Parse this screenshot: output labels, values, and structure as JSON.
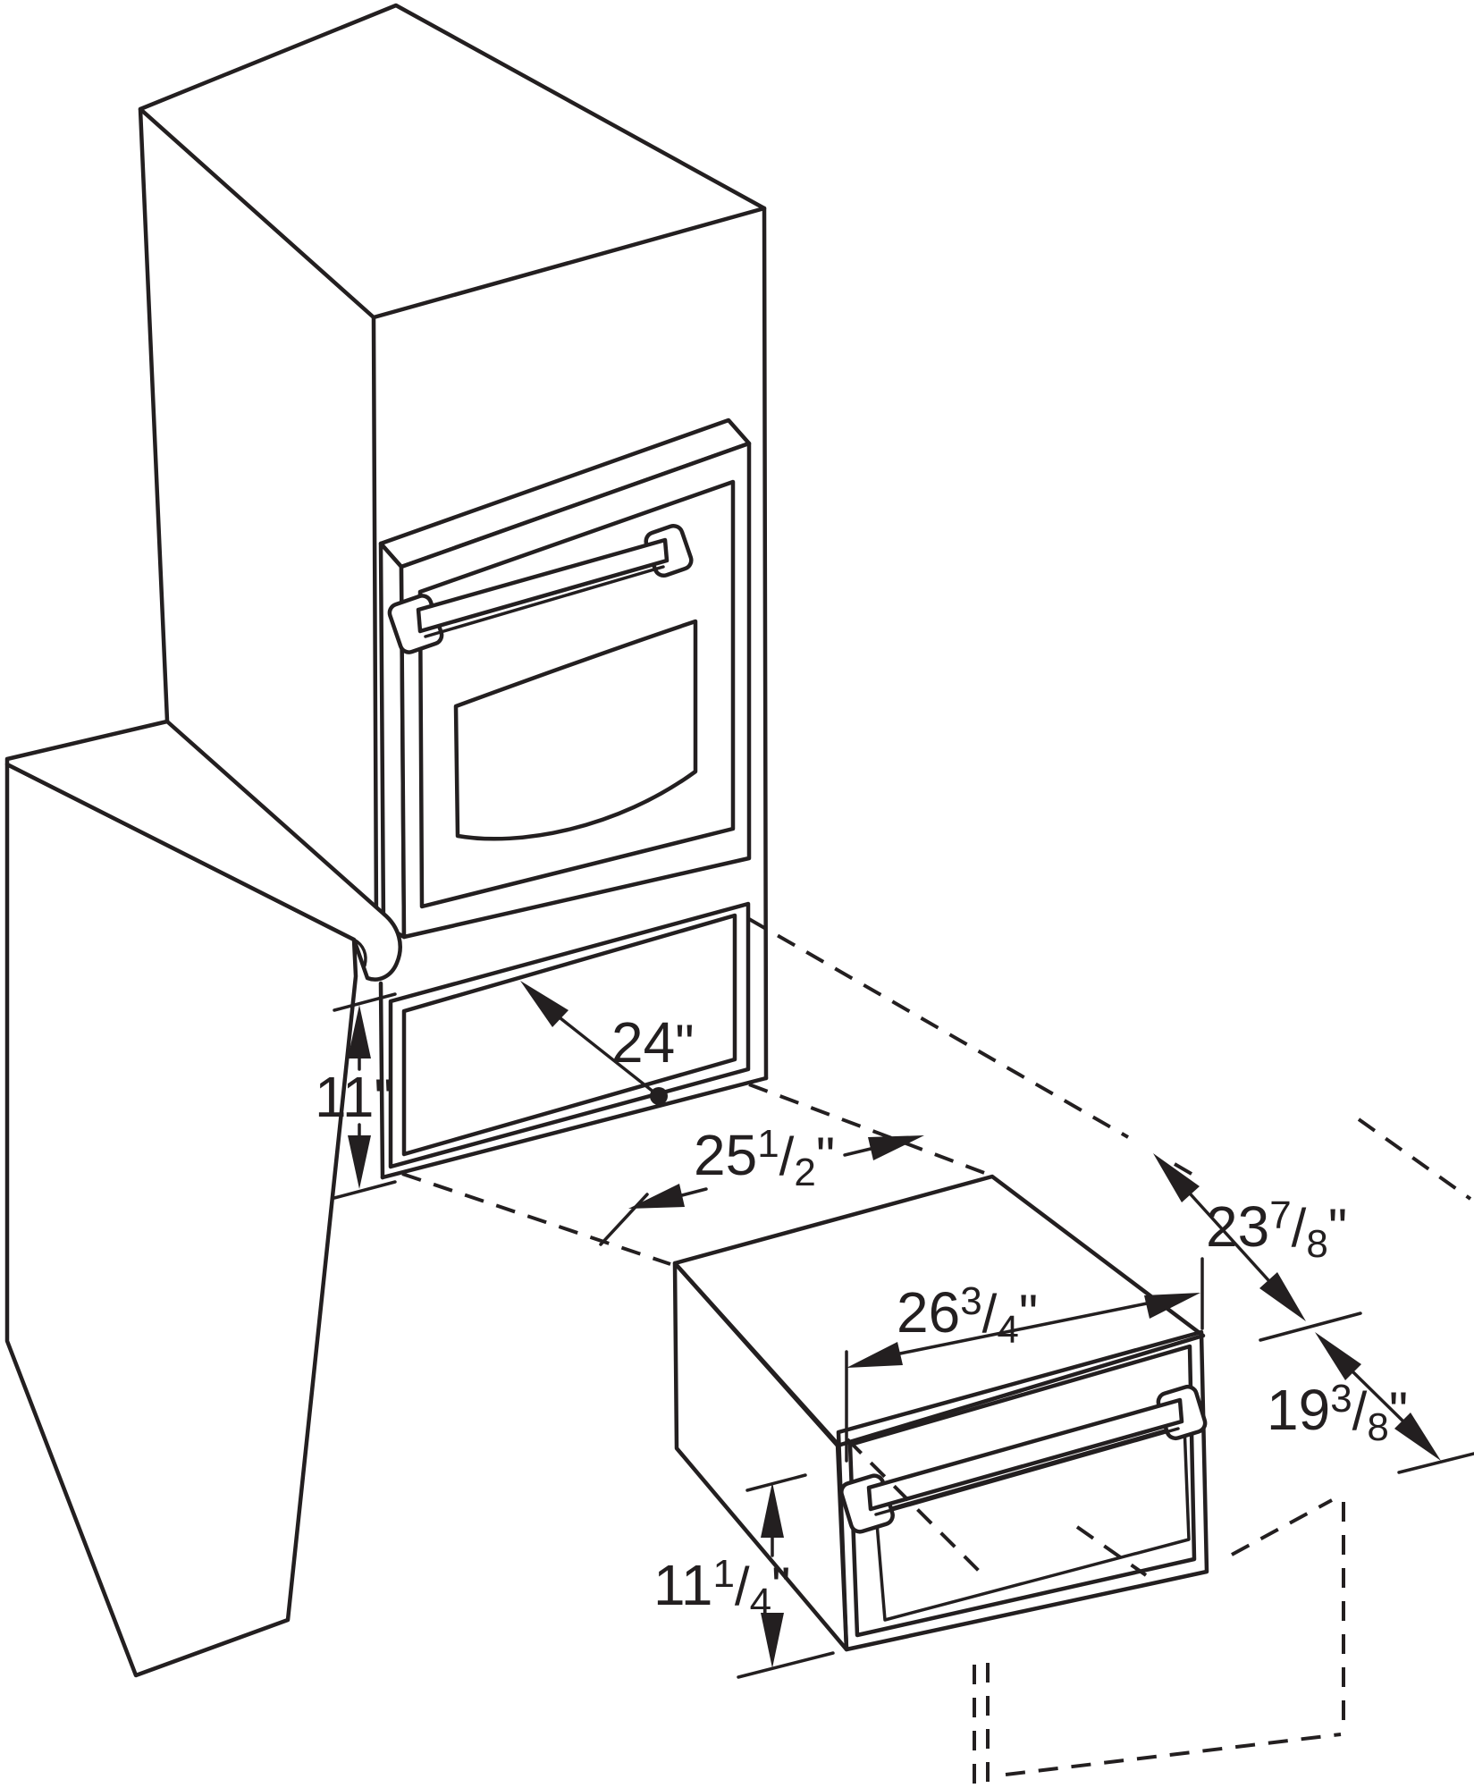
{
  "figure": {
    "type": "installation-diagram",
    "subject": "Built-in wall oven cabinet with warming drawer cutout and unit dimensions"
  },
  "colors": {
    "ink": "#231f20",
    "background": "#ffffff",
    "drawer_top": "#e4e4e4",
    "drawer_side": "#d9d9d9",
    "drawer_front": "#ededed"
  },
  "dims": {
    "opening_height": {
      "whole": "11",
      "unit": "\""
    },
    "cabinet_depth": {
      "whole": "24",
      "unit": "\""
    },
    "opening_width": {
      "whole": "25",
      "num": "1",
      "slash": "/",
      "den": "2",
      "unit": "\""
    },
    "drawer_top_width": {
      "whole": "23",
      "num": "7",
      "slash": "/",
      "den": "8",
      "unit": "\""
    },
    "drawer_front_width": {
      "whole": "26",
      "num": "3",
      "slash": "/",
      "den": "4",
      "unit": "\""
    },
    "drawer_depth": {
      "whole": "19",
      "num": "3",
      "slash": "/",
      "den": "8",
      "unit": "\""
    },
    "drawer_front_height": {
      "whole": "11",
      "num": "1",
      "slash": "/",
      "den": "4",
      "unit": "\""
    }
  }
}
